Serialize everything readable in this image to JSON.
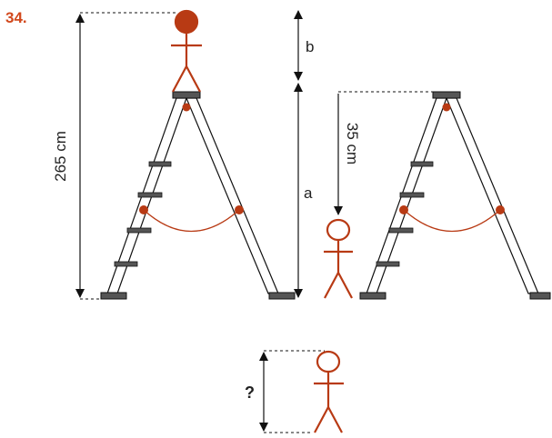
{
  "problem": {
    "number": "34.",
    "total_height_label": "265 cm",
    "label_a": "a",
    "label_b": "b",
    "step_drop_label": "35 cm",
    "unknown_label": "?"
  },
  "colors": {
    "accent": "#d2481c",
    "figure": "#b83a14",
    "line": "#111111",
    "step": "#555555"
  },
  "icons": [
    "stick-figure-icon",
    "step-ladder-icon",
    "arrow-icon"
  ]
}
